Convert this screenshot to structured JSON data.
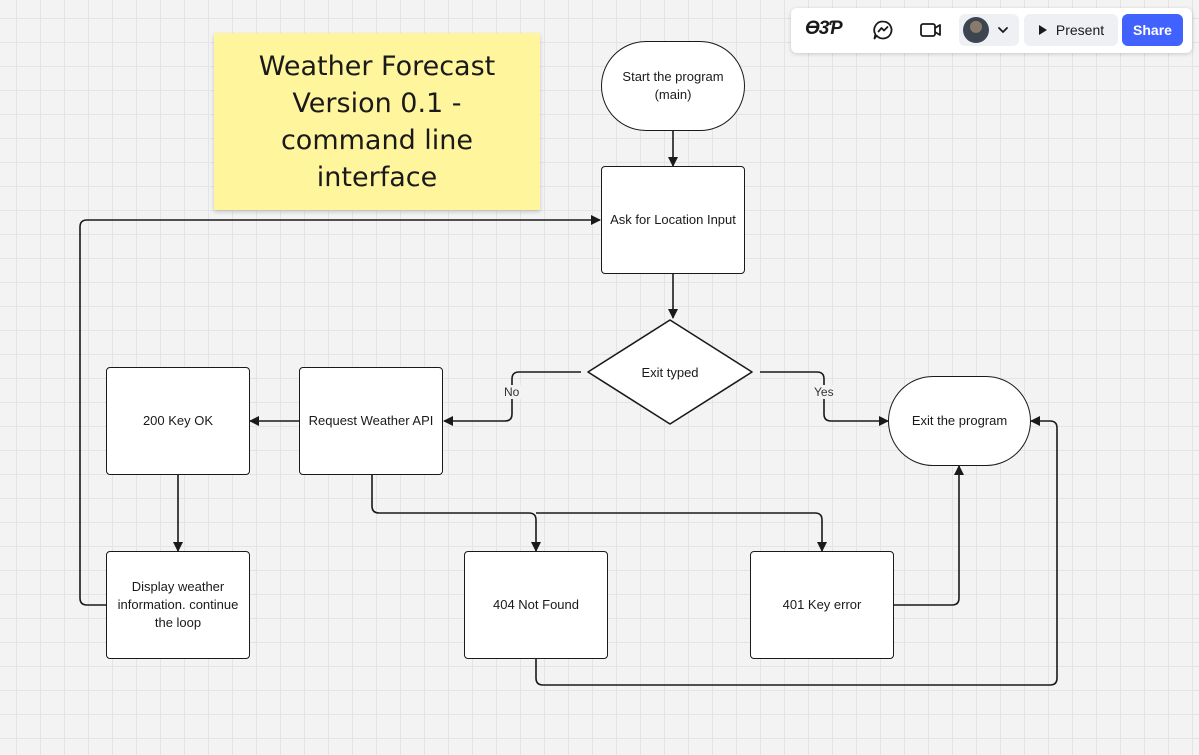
{
  "sticky_note": {
    "text": "Weather Forecast Version 0.1  - command line interface",
    "color": "#fff59d"
  },
  "nodes": {
    "start": "Start the program (main)",
    "ask_location": "Ask for Location Input",
    "exit_typed": "Exit typed",
    "request_api": "Request Weather API",
    "key_ok": "200 Key OK",
    "display_info": "Display weather information. continue the loop",
    "not_found": "404 Not Found",
    "key_error": "401 Key error",
    "exit_program": "Exit the program"
  },
  "edge_labels": {
    "no": "No",
    "yes": "Yes"
  },
  "toolbar": {
    "logo_text": "Ɵ3Ƥ",
    "logo_icon": "board-logo-icon",
    "reactions_icon": "chat-bubble-icon",
    "video_icon": "video-camera-icon",
    "avatar_icon": "user-avatar",
    "dropdown_icon": "chevron-down-icon",
    "present_label": "Present",
    "share_label": "Share",
    "accent_color": "#4262ff"
  }
}
